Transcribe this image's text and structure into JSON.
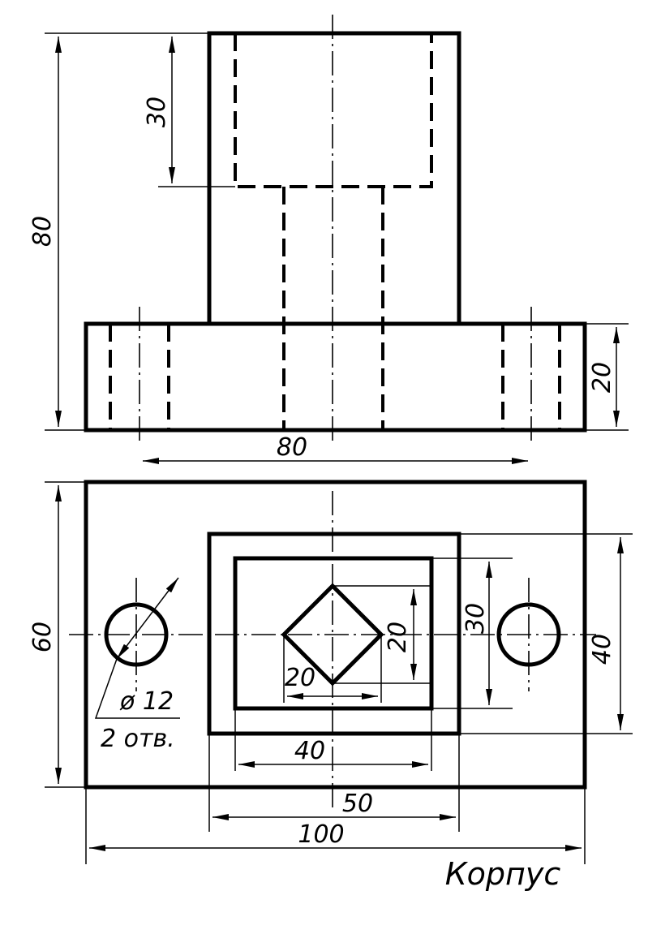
{
  "front_view": {
    "dim_total_height": "80",
    "dim_bore_depth": "30",
    "dim_base_height": "20",
    "dim_hole_spacing": "80"
  },
  "top_view": {
    "dim_depth": "60",
    "dim_boss_depth": "40",
    "dim_pocket_depth": "30",
    "dim_square_height": "20",
    "dim_square_width": "20",
    "dim_pocket_width": "40",
    "dim_boss_width": "50",
    "dim_total_width": "100",
    "hole_diameter": "ø 12",
    "hole_count": "2 отв."
  },
  "title": "Корпус"
}
